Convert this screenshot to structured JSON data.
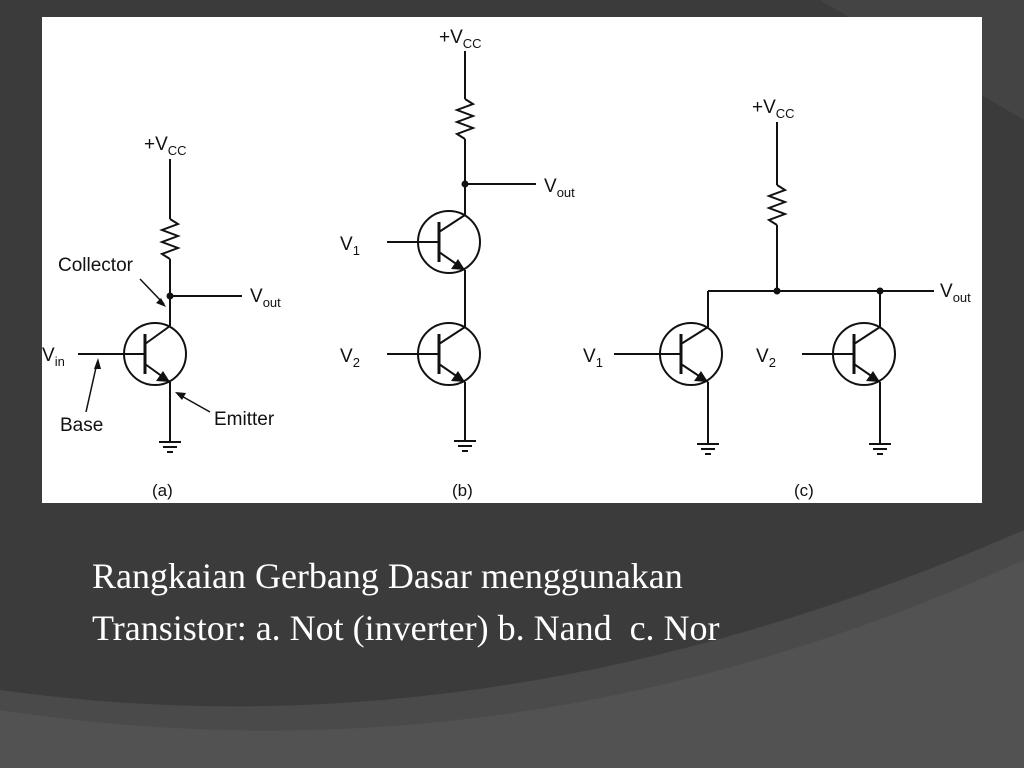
{
  "slide": {
    "caption_line1": "Rangkaian Gerbang Dasar menggunakan",
    "caption_line2": "Transistor: a. Not (inverter) b. Nand  c. Nor"
  },
  "diagram": {
    "supply_label": "+V",
    "supply_sub": "CC",
    "output_label": "V",
    "output_sub": "out",
    "circuit_a": {
      "caption": "(a)",
      "input_label": "V",
      "input_sub": "in",
      "collector_label": "Collector",
      "base_label": "Base",
      "emitter_label": "Emitter"
    },
    "circuit_b": {
      "caption": "(b)",
      "input1_label": "V",
      "input1_sub": "1",
      "input2_label": "V",
      "input2_sub": "2"
    },
    "circuit_c": {
      "caption": "(c)",
      "input1_label": "V",
      "input1_sub": "1",
      "input2_label": "V",
      "input2_sub": "2"
    }
  },
  "colors": {
    "background": "#3a3a3a",
    "panel": "#ffffff",
    "ink": "#111111",
    "caption_text": "#ffffff"
  }
}
